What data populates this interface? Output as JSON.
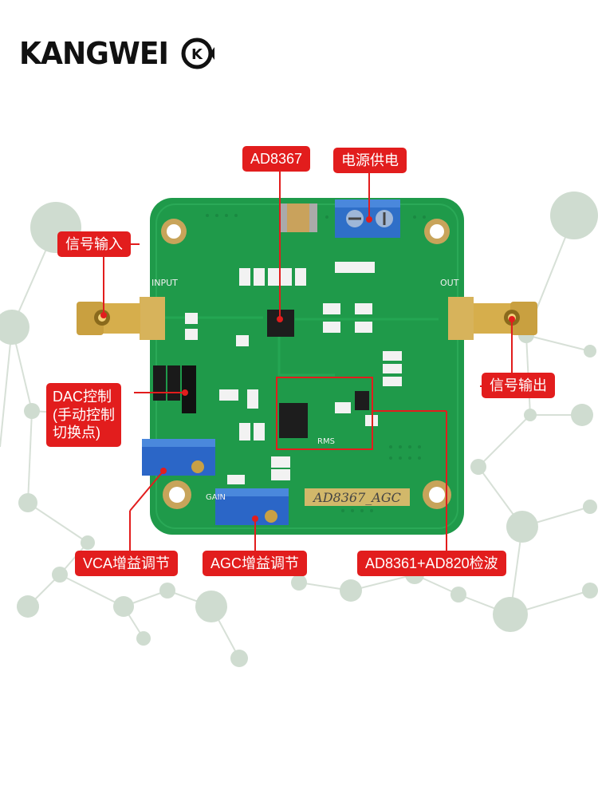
{
  "brand": {
    "name": "KANGWEI",
    "logo_letters": "K"
  },
  "board": {
    "label": "AD8367_AGC",
    "silkscreen": {
      "input": "INPUT",
      "out": "OUT",
      "gain": "GAIN",
      "rms": "RMS"
    }
  },
  "callouts": {
    "ad8367": "AD8367",
    "power": "电源供电",
    "signal_in": "信号输入",
    "signal_out": "信号输出",
    "dac_control": "DAC控制\n(手动控制\n切换点)",
    "vca_gain": "VCA增益调节",
    "agc_gain": "AGC增益调节",
    "detector": "AD8361+AD820检波"
  },
  "colors": {
    "callout_bg": "#e21d1d",
    "pcb_green": "#1f9a4a",
    "network_nodes": "#cfdccf",
    "network_lines": "#d2dcd2"
  }
}
